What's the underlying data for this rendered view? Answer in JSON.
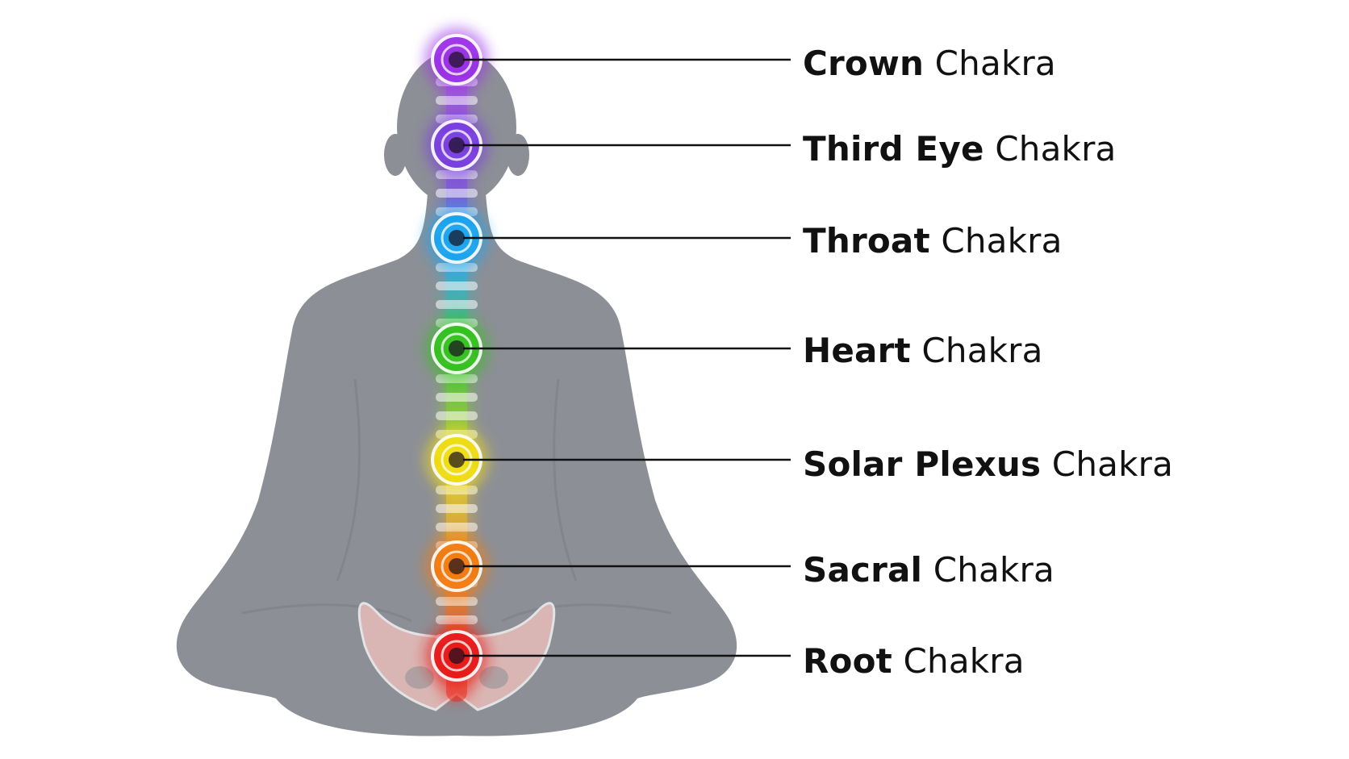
{
  "chakras": [
    {
      "id": "crown",
      "name": "Crown",
      "suffix": "Chakra",
      "color": "#9b30e8"
    },
    {
      "id": "third-eye",
      "name": "Third Eye",
      "suffix": "Chakra",
      "color": "#7a3ee0"
    },
    {
      "id": "throat",
      "name": "Throat",
      "suffix": "Chakra",
      "color": "#1aa6f0"
    },
    {
      "id": "heart",
      "name": "Heart",
      "suffix": "Chakra",
      "color": "#34c21e"
    },
    {
      "id": "solar-plexus",
      "name": "Solar Plexus",
      "suffix": "Chakra",
      "color": "#f2de12"
    },
    {
      "id": "sacral",
      "name": "Sacral",
      "suffix": "Chakra",
      "color": "#f57c10"
    },
    {
      "id": "root",
      "name": "Root",
      "suffix": "Chakra",
      "color": "#e81818"
    }
  ],
  "colors": {
    "silhouette": "#8d8f96",
    "leader_line": "#111111",
    "background": "#ffffff"
  }
}
